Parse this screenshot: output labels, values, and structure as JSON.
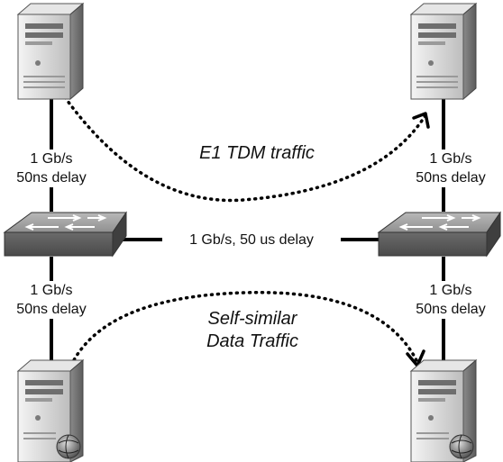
{
  "links": {
    "left_top": {
      "rate": "1 Gb/s",
      "delay": "50ns delay"
    },
    "right_top": {
      "rate": "1 Gb/s",
      "delay": "50ns delay"
    },
    "left_bottom": {
      "rate": "1 Gb/s",
      "delay": "50ns delay"
    },
    "right_bottom": {
      "rate": "1 Gb/s",
      "delay": "50ns delay"
    },
    "trunk": "1 Gb/s, 50 us delay"
  },
  "flows": {
    "tdm": "E1 TDM traffic",
    "data_line1": "Self-similar",
    "data_line2": "Data Traffic"
  }
}
